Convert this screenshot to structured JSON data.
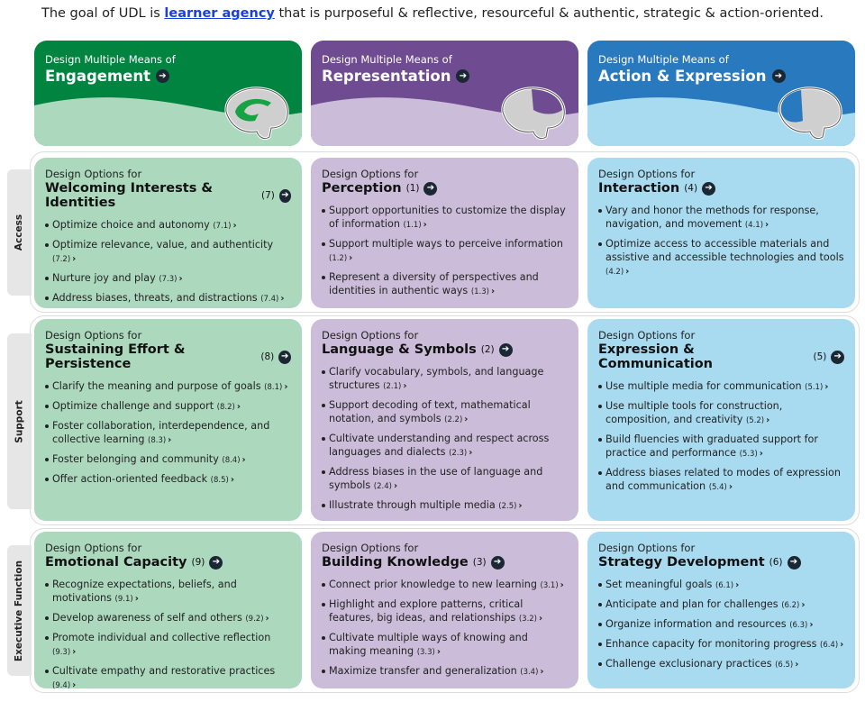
{
  "goal": {
    "before": "The goal of UDL is ",
    "link": "learner agency",
    "after": " that is purposeful & reflective, resourceful & authentic, strategic & action-oriented."
  },
  "colors": {
    "engagement": "#00843f",
    "engagement_light": "#acd9be",
    "representation": "#6f4b91",
    "representation_light": "#cbbdd9",
    "action": "#2879bd",
    "action_light": "#a9dbf0"
  },
  "headers": [
    {
      "pre": "Design Multiple Means of",
      "title": "Engagement"
    },
    {
      "pre": "Design Multiple Means of",
      "title": "Representation"
    },
    {
      "pre": "Design Multiple Means of",
      "title": "Action & Expression"
    }
  ],
  "rows": [
    {
      "label": "Access",
      "cards": [
        {
          "pre": "Design Options for",
          "title": "Welcoming Interests & Identities",
          "num": "(7)",
          "items": [
            [
              "Optimize choice and autonomy",
              "(7.1)"
            ],
            [
              "Optimize relevance, value, and authenticity",
              "(7.2)"
            ],
            [
              "Nurture joy and play",
              "(7.3)"
            ],
            [
              "Address biases, threats, and distractions",
              "(7.4)"
            ]
          ]
        },
        {
          "pre": "Design Options for",
          "title": "Perception",
          "num": "(1)",
          "items": [
            [
              "Support opportunities to customize the display of information",
              "(1.1)"
            ],
            [
              "Support multiple ways to perceive information",
              "(1.2)"
            ],
            [
              "Represent a diversity of perspectives and identities in authentic ways",
              "(1.3)"
            ]
          ]
        },
        {
          "pre": "Design Options for",
          "title": "Interaction",
          "num": "(4)",
          "items": [
            [
              "Vary and honor the methods for response, navigation, and movement",
              "(4.1)"
            ],
            [
              "Optimize access to accessible materials and assistive and accessible technologies and tools",
              "(4.2)"
            ]
          ]
        }
      ]
    },
    {
      "label": "Support",
      "cards": [
        {
          "pre": "Design Options for",
          "title": "Sustaining Effort & Persistence",
          "num": "(8)",
          "items": [
            [
              "Clarify the meaning and purpose of goals",
              "(8.1)"
            ],
            [
              "Optimize challenge and support",
              "(8.2)"
            ],
            [
              "Foster collaboration, interdependence, and collective learning",
              "(8.3)"
            ],
            [
              "Foster belonging and community",
              "(8.4)"
            ],
            [
              "Offer action-oriented feedback",
              "(8.5)"
            ]
          ]
        },
        {
          "pre": "Design Options for",
          "title": "Language & Symbols",
          "num": "(2)",
          "items": [
            [
              "Clarify vocabulary, symbols, and language structures",
              "(2.1)"
            ],
            [
              "Support decoding of text, mathematical notation, and symbols",
              "(2.2)"
            ],
            [
              "Cultivate understanding and respect across languages and dialects",
              "(2.3)"
            ],
            [
              "Address biases in the use of language and symbols",
              "(2.4)"
            ],
            [
              "Illustrate through multiple media",
              "(2.5)"
            ]
          ]
        },
        {
          "pre": "Design Options for",
          "title": "Expression & Communication",
          "num": "(5)",
          "items": [
            [
              "Use multiple media for communication",
              "(5.1)"
            ],
            [
              "Use multiple tools for construction, composition, and creativity",
              "(5.2)"
            ],
            [
              "Build fluencies with graduated support for practice and performance",
              "(5.3)"
            ],
            [
              "Address biases related to modes of expression and communication",
              "(5.4)"
            ]
          ]
        }
      ]
    },
    {
      "label": "Executive Function",
      "cards": [
        {
          "pre": "Design Options for",
          "title": "Emotional Capacity",
          "num": "(9)",
          "items": [
            [
              "Recognize expectations, beliefs, and motivations",
              "(9.1)"
            ],
            [
              "Develop awareness of self and others",
              "(9.2)"
            ],
            [
              "Promote individual and collective reflection",
              "(9.3)"
            ],
            [
              "Cultivate empathy and restorative practices",
              "(9.4)"
            ]
          ]
        },
        {
          "pre": "Design Options for",
          "title": "Building Knowledge",
          "num": "(3)",
          "items": [
            [
              "Connect prior knowledge to new learning",
              "(3.1)"
            ],
            [
              "Highlight and explore patterns, critical features, big ideas, and relationships",
              "(3.2)"
            ],
            [
              "Cultivate multiple ways of knowing and making meaning",
              "(3.3)"
            ],
            [
              "Maximize transfer and generalization",
              "(3.4)"
            ]
          ]
        },
        {
          "pre": "Design Options for",
          "title": "Strategy Development",
          "num": "(6)",
          "items": [
            [
              "Set meaningful goals",
              "(6.1)"
            ],
            [
              "Anticipate and plan for challenges",
              "(6.2)"
            ],
            [
              "Organize information and resources",
              "(6.3)"
            ],
            [
              "Enhance capacity for monitoring progress",
              "(6.4)"
            ],
            [
              "Challenge exclusionary practices",
              "(6.5)"
            ]
          ]
        }
      ]
    }
  ]
}
